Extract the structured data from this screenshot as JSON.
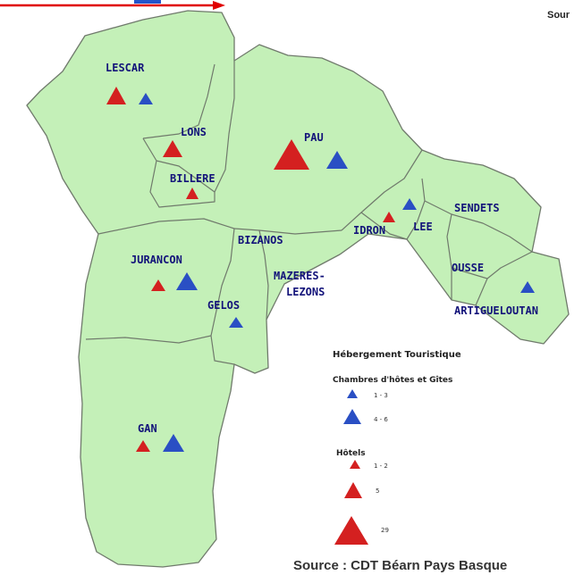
{
  "header_text": "Sour",
  "communes": [
    {
      "name": "LESCAR"
    },
    {
      "name": "LONS"
    },
    {
      "name": "BILLERE"
    },
    {
      "name": "PAU"
    },
    {
      "name": "IDRON"
    },
    {
      "name": "LEE"
    },
    {
      "name": "SENDETS"
    },
    {
      "name": "BIZANOS"
    },
    {
      "name": "JURANCON"
    },
    {
      "name": "MAZERES-"
    },
    {
      "name": "LEZONS"
    },
    {
      "name": "OUSSE"
    },
    {
      "name": "GELOS"
    },
    {
      "name": "ARTIGUELOUTAN"
    },
    {
      "name": "GAN"
    }
  ],
  "legend": {
    "title": "Hébergement Touristique",
    "chambres_title": "Chambres d'hôtes et Gîtes",
    "chambres_items": [
      {
        "label": "1 - 3"
      },
      {
        "label": "4 - 6"
      }
    ],
    "hotels_title": "Hôtels",
    "hotels_items": [
      {
        "label": "1 - 2"
      },
      {
        "label": "5"
      },
      {
        "label": "29"
      }
    ]
  },
  "source": "Source : CDT Béarn Pays Basque",
  "colors": {
    "land": "#c4f0b8",
    "border": "#707a6c",
    "hotel": "#d42020",
    "chambre": "#2a4fc4",
    "label": "#13137a",
    "arrow": "#e00000"
  }
}
